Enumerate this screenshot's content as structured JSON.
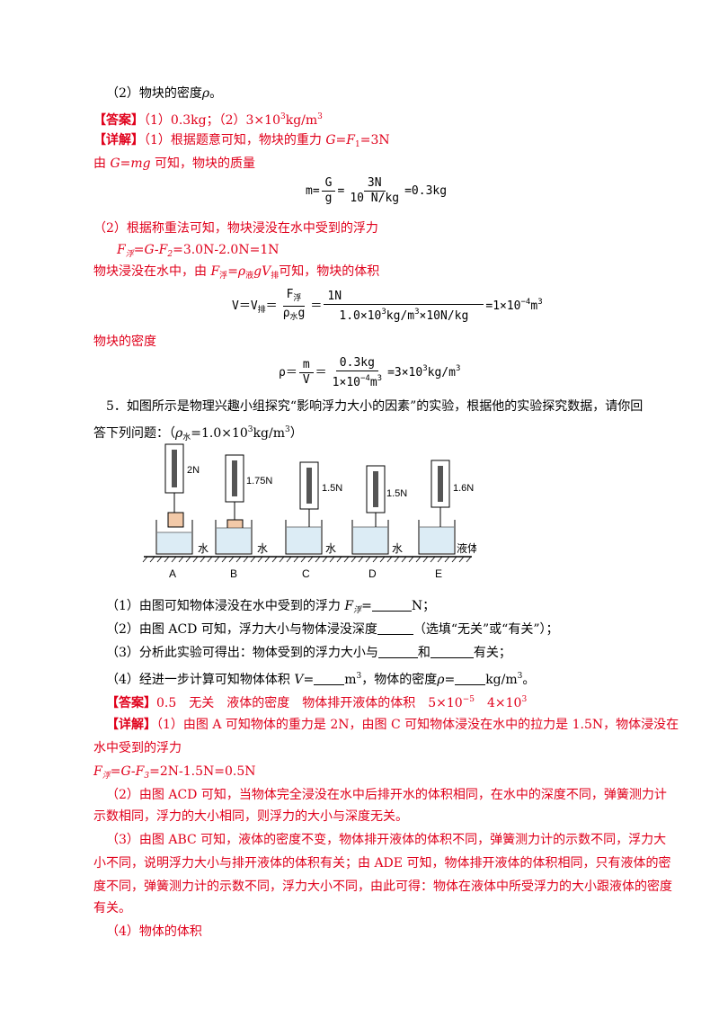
{
  "q4_2": "（2）物块的密度",
  "q4_2_rho": "ρ",
  "q4_2_end": "。",
  "ans_tag": "【答案】",
  "q4_ans1": "（1）0.3kg；（2）3×10",
  "q4_ans1_exp": "3",
  "q4_ans1_unit": "kg/m",
  "q4_ans1_unit_exp": "3",
  "detail_tag": "【详解】",
  "q4_d1": "（1）根据题意可知，物块的重力 ",
  "q4_d1_f": "G=F",
  "q4_d1_sub": "1",
  "q4_d1_val": "=3N",
  "q4_d2_a": "由 ",
  "q4_d2_f": "G=mg",
  "q4_d2_b": " 可知，物块的质量",
  "eq1": {
    "lhs": "m=",
    "n1": "G",
    "d1": "g",
    "eq": "=",
    "n2": "3N",
    "d2": "10 N/kg",
    "res": "=0.3kg"
  },
  "q4_d3": "（2）根据称重法可知，物块浸没在水中受到的浮力",
  "q4_d4_f": "F",
  "q4_d4_sub": "浮",
  "q4_d4_rest": "=G-F",
  "q4_d4_sub2": "2",
  "q4_d4_val": "=3.0N-2.0N=1N",
  "q4_d5_a": "物块浸没在水中，由 ",
  "q4_d5_f": "F",
  "q4_d5_sub": "浮",
  "q4_d5_rho": "=ρ",
  "q4_d5_sub2": "液",
  "q4_d5_gv": "gV",
  "q4_d5_sub3": "排",
  "q4_d5_b": "可知，物块的体积",
  "eq2": {
    "lhs": "V＝V",
    "lhs_sub": "排",
    "eq": "＝",
    "n1": "F",
    "n1_sub": "浮",
    "d1": "ρ",
    "d1_sub": "水",
    "d1_g": "g",
    "n2": "1N",
    "d2": "1.0×10",
    "d2_exp": "3",
    "d2_b": "kg/m",
    "d2_exp2": "3",
    "d2_c": "×10N/kg",
    "res": "=1×10",
    "res_exp": "−4",
    "res_u": "m",
    "res_exp2": "3"
  },
  "q4_d6": "物块的密度",
  "eq3": {
    "lhs": "ρ＝",
    "n1": "m",
    "d1": "V",
    "eq": "＝",
    "n2": "0.3kg",
    "d2": "1×10",
    "d2_exp": "−4",
    "d2_u": "m",
    "d2_exp2": "3",
    "res": "=3×10",
    "res_exp": "3",
    "res_u": "kg/m",
    "res_exp2": "3"
  },
  "q5_1": "5．如图所示是物理兴趣小组探究“影响浮力大小的因素”的实验，根据他的实验探究数据，请你回",
  "q5_2a": "答下列问题：（",
  "q5_2rho": "ρ",
  "q5_2sub": "水",
  "q5_2b": "=1.0×10",
  "q5_2exp": "3",
  "q5_2c": "kg/m",
  "q5_2exp2": "3",
  "q5_2d": "）",
  "figure": {
    "readings": [
      "2N",
      "1.75N",
      "1.5N",
      "1.5N",
      "1.6N"
    ],
    "liquids": [
      "水",
      "水",
      "水",
      "液体"
    ],
    "labels": [
      "A",
      "B",
      "C",
      "D",
      "E"
    ]
  },
  "s1a": "（1）由图可知物体浸没在水中受到的浮力 ",
  "s1f": "F",
  "s1sub": "浮",
  "s1b": "=",
  "s1c": "N；",
  "s2a": "（2）由图 ACD 可知，浮力大小与物体浸没深度",
  "s2b": "（选填“无关”或“有关”）；",
  "s3a": "（3）分析此实验可得出：物体受到的浮力大小与",
  "s3b": "和",
  "s3c": "有关；",
  "s4a": "（4）经进一步计算可知物体体积 ",
  "s4v": "V",
  "s4b": "=",
  "s4c": "m",
  "s4exp": "3",
  "s4d": "，物体的密度",
  "s4rho": "ρ",
  "s4e": "=",
  "s4f": "kg/m",
  "s4exp2": "3",
  "s4g": "。",
  "q5_ans": "0.5　无关　液体的密度　物体排开液体的体积　5×10",
  "q5_ans_exp": "−5",
  "q5_ans_b": "　4×10",
  "q5_ans_exp2": "3",
  "q5_d1": "（1）由图 A 可知物体的重力是 2N，由图 C 可知物体浸没在水中的拉力是 1.5N，物体浸没在",
  "q5_d2": "水中受到的浮力",
  "q5_d3_f": "F",
  "q5_d3_sub": "浮",
  "q5_d3_rest": "=G-F",
  "q5_d3_sub2": "3",
  "q5_d3_val": "=2N-1.5N=0.5N",
  "q5_d4": "（2）由图 ACD 可知，当物体完全浸没在水中后排开水的体积相同，在水中的深度不同，弹簧测力计",
  "q5_d5": "示数相同，浮力的大小相同，则浮力的大小与深度无关。",
  "q5_d6": "（3）由图 ABC 可知，液体的密度不变，物体排开液体的体积不同，弹簧测力计的示数不同，浮力大",
  "q5_d7": "小不同，说明浮力大小与排开液体的体积有关；由 ADE 可知，物体排开液体的体积相同，只有液体的密",
  "q5_d8": "度不同，弹簧测力计的示数不同，浮力大小不同，由此可得：物体在液体中所受浮力的大小跟液体的密度",
  "q5_d9": "有关。",
  "q5_d10": "（4）物体的体积"
}
